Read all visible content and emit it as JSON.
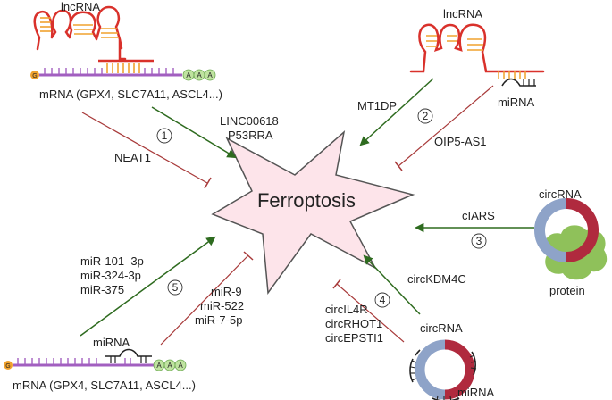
{
  "center": {
    "label": "Ferroptosis"
  },
  "panel1": {
    "number": "1",
    "lncrna_label": "lncRNA",
    "mrna_label": "mRNA (GPX4, SLC7A11, ASCL4...)",
    "poly_a": [
      "A",
      "A",
      "A"
    ],
    "cap": "G",
    "promote": [
      "LINC00618",
      "P53RRA"
    ],
    "inhibit": [
      "NEAT1"
    ]
  },
  "panel2": {
    "number": "2",
    "lncrna_label": "lncRNA",
    "mirna_label": "miRNA",
    "promote": [
      "MT1DP"
    ],
    "inhibit": [
      "OIP5-AS1"
    ]
  },
  "panel3": {
    "number": "3",
    "circrna_label": "circRNA",
    "protein_label": "protein",
    "promote": [
      "cIARS"
    ]
  },
  "panel4": {
    "number": "4",
    "circrna_label": "circRNA",
    "mirna_label": "miRNA",
    "promote": [
      "circKDM4C"
    ],
    "inhibit": [
      "circIL4R",
      "circRHOT1",
      "circEPSTI1"
    ]
  },
  "panel5": {
    "number": "5",
    "mirna_label": "miRNA",
    "mrna_label": "mRNA (GPX4, SLC7A11, ASCL4...)",
    "poly_a": [
      "A",
      "A",
      "A"
    ],
    "cap": "G",
    "promote": [
      "miR-101–3p",
      "miR-324-3p",
      "miR-375"
    ],
    "inhibit": [
      "miR-9",
      "miR-522",
      "miR-7-5p"
    ]
  },
  "colors": {
    "promote": "#2e6b1f",
    "inhibit": "#a83a3a",
    "star_fill": "#fde4ea",
    "star_stroke": "#555555",
    "rna_red": "#d9312b",
    "rna_orange": "#f0a22e",
    "mrna_purple": "#a25fc0",
    "poly_a_green": "#bfe3a0",
    "circ_blue": "#8ea3c8",
    "circ_red": "#b02a3e",
    "protein_green": "#8fc15a"
  }
}
